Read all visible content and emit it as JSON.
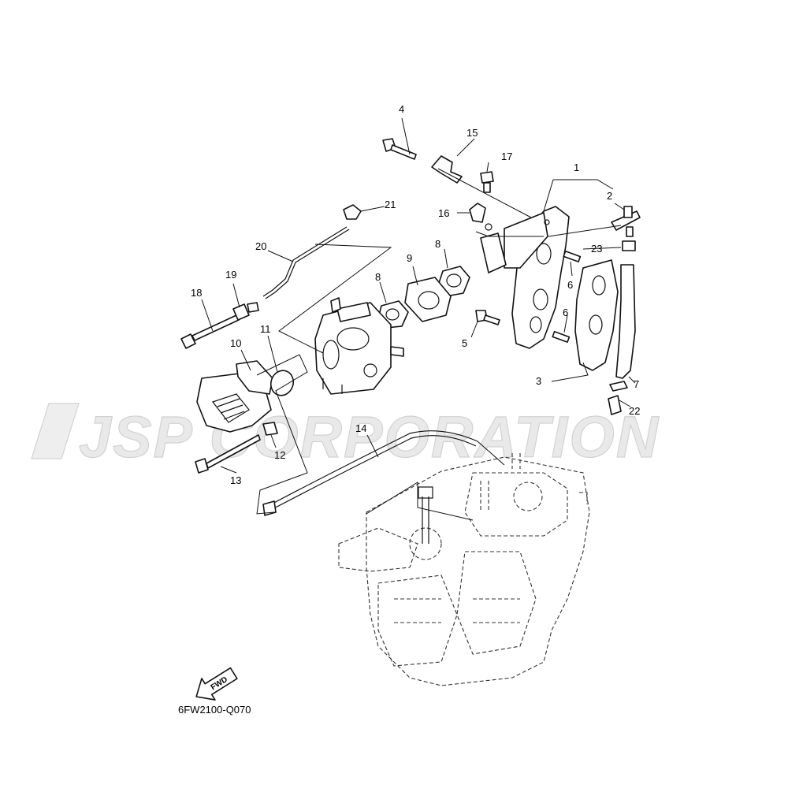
{
  "watermark": "JSP CORPORATION",
  "fwd_label": "FWD",
  "diagram_code": "6FW2100-Q070",
  "callouts": [
    "1",
    "2",
    "3",
    "4",
    "5",
    "6",
    "6",
    "7",
    "8",
    "8",
    "9",
    "10",
    "11",
    "12",
    "13",
    "14",
    "15",
    "16",
    "17",
    "18",
    "19",
    "20",
    "21",
    "22",
    "23"
  ]
}
